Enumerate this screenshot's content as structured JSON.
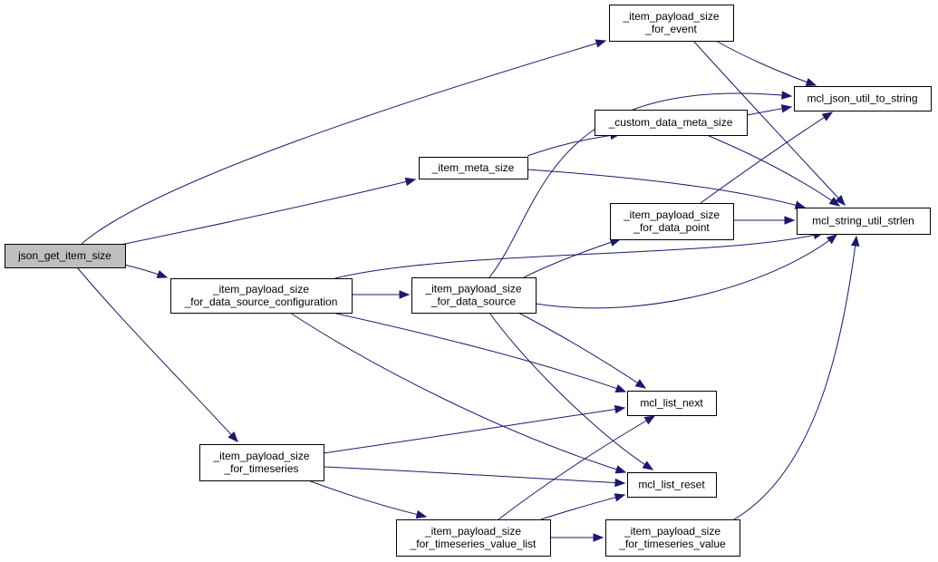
{
  "colors": {
    "edge": "#191970",
    "root_fill": "#bfbfbf",
    "node_fill": "#ffffff",
    "node_border": "#000000"
  },
  "nodes": {
    "root": {
      "lines": [
        "json_get_item_size"
      ]
    },
    "event": {
      "lines": [
        "_item_payload_size",
        "_for_event"
      ]
    },
    "meta": {
      "lines": [
        "_item_meta_size"
      ]
    },
    "custom": {
      "lines": [
        "_custom_data_meta_size"
      ]
    },
    "json_util": {
      "lines": [
        "mcl_json_util_to_string"
      ]
    },
    "strlen": {
      "lines": [
        "mcl_string_util_strlen"
      ]
    },
    "data_point": {
      "lines": [
        "_item_payload_size",
        "_for_data_point"
      ]
    },
    "dsc": {
      "lines": [
        "_item_payload_size",
        "_for_data_source_configuration"
      ]
    },
    "ds": {
      "lines": [
        "_item_payload_size",
        "_for_data_source"
      ]
    },
    "list_next": {
      "lines": [
        "mcl_list_next"
      ]
    },
    "timeseries": {
      "lines": [
        "_item_payload_size",
        "_for_timeseries"
      ]
    },
    "list_reset": {
      "lines": [
        "mcl_list_reset"
      ]
    },
    "tsv_list": {
      "lines": [
        "_item_payload_size",
        "_for_timeseries_value_list"
      ]
    },
    "tsv": {
      "lines": [
        "_item_payload_size",
        "_for_timeseries_value"
      ]
    }
  },
  "edges": [
    [
      "root",
      "event"
    ],
    [
      "root",
      "meta"
    ],
    [
      "root",
      "dsc"
    ],
    [
      "root",
      "timeseries"
    ],
    [
      "event",
      "json_util"
    ],
    [
      "event",
      "strlen"
    ],
    [
      "meta",
      "custom"
    ],
    [
      "meta",
      "strlen"
    ],
    [
      "custom",
      "json_util"
    ],
    [
      "custom",
      "strlen"
    ],
    [
      "data_point",
      "json_util"
    ],
    [
      "data_point",
      "strlen"
    ],
    [
      "dsc",
      "ds"
    ],
    [
      "dsc",
      "strlen"
    ],
    [
      "dsc",
      "list_next"
    ],
    [
      "dsc",
      "list_reset"
    ],
    [
      "ds",
      "json_util"
    ],
    [
      "ds",
      "data_point"
    ],
    [
      "ds",
      "strlen"
    ],
    [
      "ds",
      "list_next"
    ],
    [
      "ds",
      "list_reset"
    ],
    [
      "timeseries",
      "list_next"
    ],
    [
      "timeseries",
      "list_reset"
    ],
    [
      "timeseries",
      "tsv_list"
    ],
    [
      "tsv_list",
      "list_next"
    ],
    [
      "tsv_list",
      "list_reset"
    ],
    [
      "tsv_list",
      "tsv"
    ],
    [
      "tsv",
      "strlen"
    ]
  ]
}
